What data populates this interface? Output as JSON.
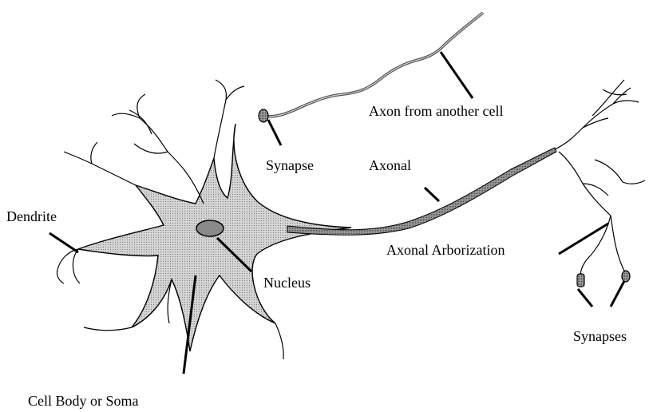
{
  "labels": {
    "axon_from_another_cell": "Axon from another cell",
    "synapse": "Synapse",
    "axonal": "Axonal",
    "dendrite": "Dendrite",
    "axonal_arborization": "Axonal Arborization",
    "nucleus": "Nucleus",
    "synapses": "Synapses",
    "cell_body": "Cell Body or Soma"
  },
  "colors": {
    "ink": "#000000",
    "soma_fill": "#c8c8c8",
    "nucleus_fill": "#8a8a8a",
    "axon_fill": "#b4b4b4"
  }
}
